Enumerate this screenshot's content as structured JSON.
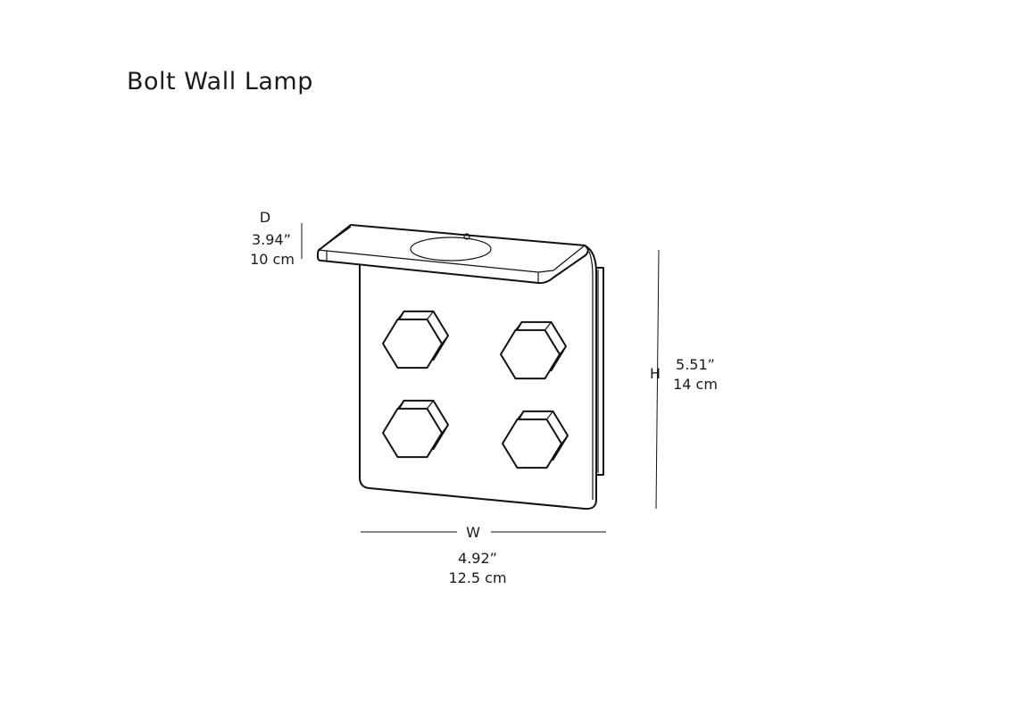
{
  "title": "Bolt Wall Lamp",
  "dimensions": {
    "depth": {
      "letter": "D",
      "inches": "3.94”",
      "cm": "10 cm"
    },
    "height": {
      "letter": "H",
      "inches": "5.51”",
      "cm": "14 cm"
    },
    "width": {
      "letter": "W",
      "inches": "4.92”",
      "cm": "12.5 cm"
    }
  }
}
